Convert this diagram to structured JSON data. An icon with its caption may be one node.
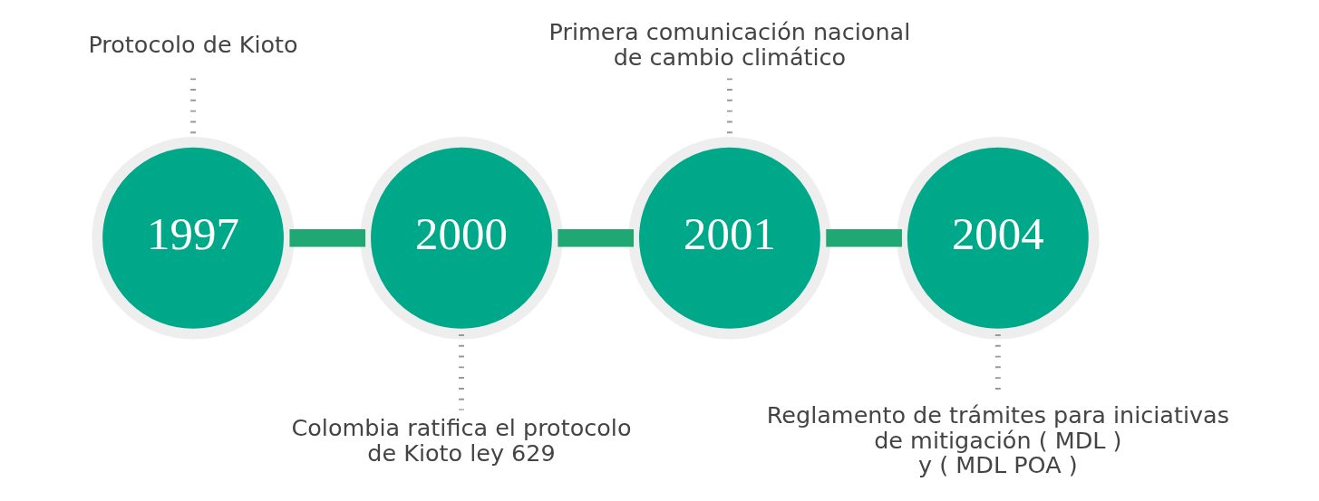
{
  "diagram": {
    "nodes": [
      {
        "text": [
          "Protocolo de Kioto"
        ]
      },
      {
        "text": [
          "Primera comunicación nacional de cambio climático"
        ]
      },
      {
        "text": [
          "1997"
        ]
      },
      {
        "text": [
          "2000"
        ]
      },
      {
        "text": [
          "2001"
        ]
      },
      {
        "text": [
          "2004"
        ]
      },
      {
        "text": [
          "Colombia ratifica el protocolo de Kioto ley 629"
        ]
      },
      {
        "text": [
          "Reglamento de trámites para iniciativas de mitigación ( MDL ) y ( MDL POA )"
        ]
      }
    ],
    "edges": [
      {
        "from": 0,
        "to": 2,
        "arrow": "none",
        "style": "dashed",
        "color": "#999999"
      },
      {
        "from": 1,
        "to": 4,
        "arrow": "none",
        "style": "dashed",
        "color": "#999999"
      },
      {
        "from": 3,
        "to": 6,
        "arrow": "none",
        "style": "dashed",
        "color": "#999999"
      },
      {
        "from": 5,
        "to": 7,
        "arrow": "none",
        "style": "dashed",
        "color": "#999999"
      },
      {
        "from": 2,
        "to": 3,
        "arrow": "none",
        "style": "thick",
        "color": "#1fa874"
      },
      {
        "from": 3,
        "to": 4,
        "arrow": "none",
        "style": "thick",
        "color": "#1fa874"
      },
      {
        "from": 4,
        "to": 5,
        "arrow": "none",
        "style": "thick",
        "color": "#1fa874"
      }
    ]
  }
}
